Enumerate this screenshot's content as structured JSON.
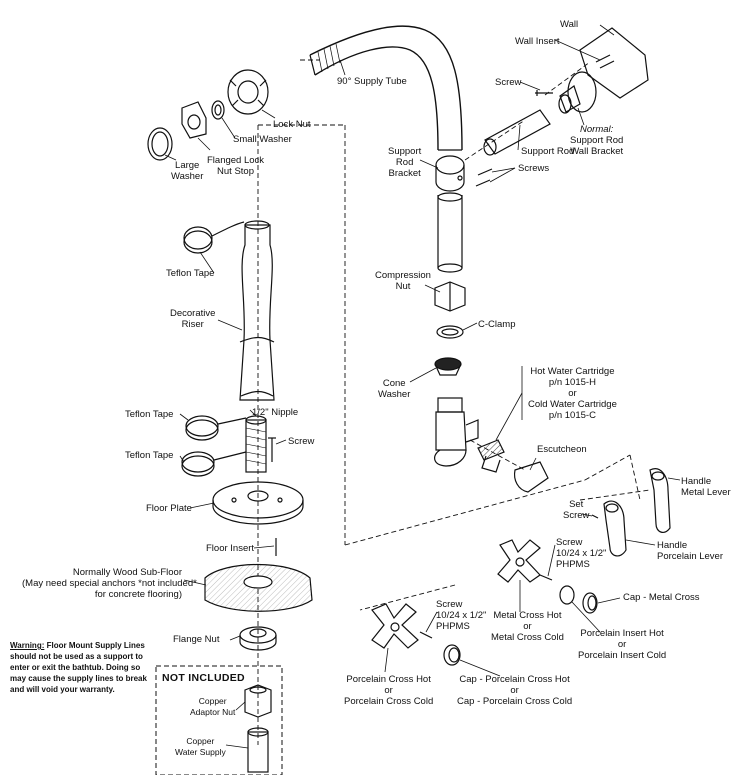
{
  "labels": {
    "wall": "Wall",
    "wall_insert": "Wall Insert",
    "supply_tube": "90° Supply Tube",
    "screw_top": "Screw",
    "lock_nut": "Lock Nut",
    "small_washer": "Small Washer",
    "normal": "Normal:",
    "support_rod_wall_bracket": [
      "Support Rod",
      "Wall Bracket"
    ],
    "support_rod_bracket": [
      "Support",
      "Rod",
      "Bracket"
    ],
    "support_rod": "Support Rod",
    "screws": "Screws",
    "large_washer": [
      "Large",
      "Washer"
    ],
    "flanged_lock_nut_stop": [
      "Flanged Lock",
      "Nut Stop"
    ],
    "teflon_tape_top": "Teflon Tape",
    "compression_nut": [
      "Compression",
      "Nut"
    ],
    "decorative_riser": [
      "Decorative",
      "Riser"
    ],
    "c_clamp": "C-Clamp",
    "cone_washer": [
      "Cone",
      "Washer"
    ],
    "hot_cartridge": [
      "Hot Water Cartridge",
      "p/n 1015-H",
      "or",
      "Cold Water Cartridge",
      "p/n 1015-C"
    ],
    "teflon_tape_mid": "Teflon Tape",
    "nipple": "1/2\" Nipple",
    "screw_mid": "Screw",
    "teflon_tape_low": "Teflon Tape",
    "escutcheon": "Escutcheon",
    "handle_metal_lever": [
      "Handle",
      "Metal Lever"
    ],
    "floor_plate": "Floor Plate",
    "set_screw": [
      "Set",
      "Screw"
    ],
    "screw_porcelain_lever": [
      "Screw",
      "10/24 x 1/2\"",
      "PHPMS"
    ],
    "handle_porcelain_lever": [
      "Handle",
      "Porcelain Lever"
    ],
    "floor_insert": "Floor Insert",
    "sub_floor": [
      "Normally Wood Sub-Floor",
      "(May need special anchors *not included*",
      "for concrete flooring)"
    ],
    "cap_metal_cross": "Cap - Metal Cross",
    "screw_cross": [
      "Screw",
      "10/24 x 1/2\"",
      "PHPMS"
    ],
    "metal_cross": [
      "Metal Cross Hot",
      "or",
      "Metal Cross Cold"
    ],
    "flange_nut": "Flange Nut",
    "porcelain_insert": [
      "Porcelain Insert Hot",
      "or",
      "Porcelain Insert Cold"
    ],
    "porcelain_cross": [
      "Porcelain Cross Hot",
      "or",
      "Porcelain Cross Cold"
    ],
    "cap_porcelain_cross": [
      "Cap - Porcelain Cross Hot",
      "or",
      "Cap - Porcelain Cross Cold"
    ],
    "not_included": "NOT INCLUDED",
    "copper_adaptor_nut": [
      "Copper",
      "Adaptor Nut"
    ],
    "copper_water_supply": [
      "Copper",
      "Water Supply"
    ]
  },
  "warning": {
    "title": "Warning:",
    "text": " Floor Mount Supply Lines should not be used as a support to enter or exit the bathtub.  Doing so may cause the supply lines to break and will void your warranty."
  }
}
